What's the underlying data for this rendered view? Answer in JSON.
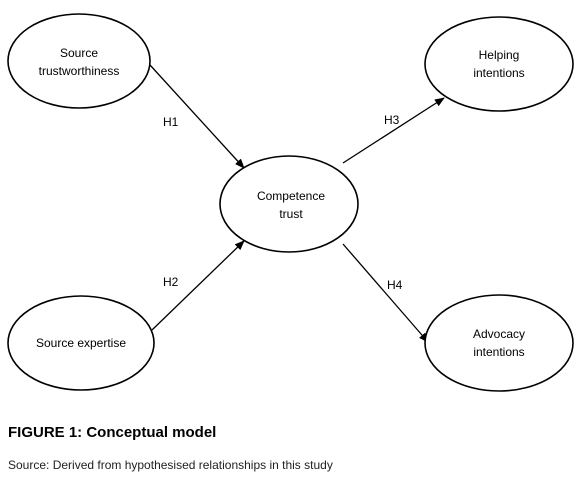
{
  "diagram": {
    "nodes": {
      "trustworthiness": {
        "lines": [
          "Source",
          "trustworthiness"
        ]
      },
      "expertise": {
        "lines": [
          "Source expertise"
        ]
      },
      "competence": {
        "lines": [
          "Competence",
          "trust"
        ]
      },
      "helping": {
        "lines": [
          "Helping",
          "intentions"
        ]
      },
      "advocacy": {
        "lines": [
          "Advocacy",
          "intentions"
        ]
      }
    },
    "hypotheses": {
      "h1": "H1",
      "h2": "H2",
      "h3": "H3",
      "h4": "H4"
    }
  },
  "caption": {
    "title": "FIGURE 1: Conceptual model",
    "source": "Source: Derived from hypothesised relationships in this study"
  }
}
